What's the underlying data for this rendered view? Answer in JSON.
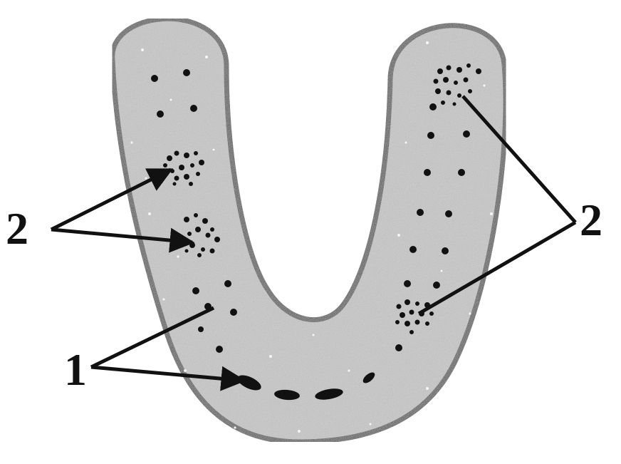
{
  "diagram": {
    "labels": {
      "left_2": "2",
      "right_2": "2",
      "left_1": "1"
    },
    "colors": {
      "fill": "#c9c9c9",
      "outline": "#6e6e6e",
      "ink": "#111111",
      "background": "#ffffff"
    }
  }
}
